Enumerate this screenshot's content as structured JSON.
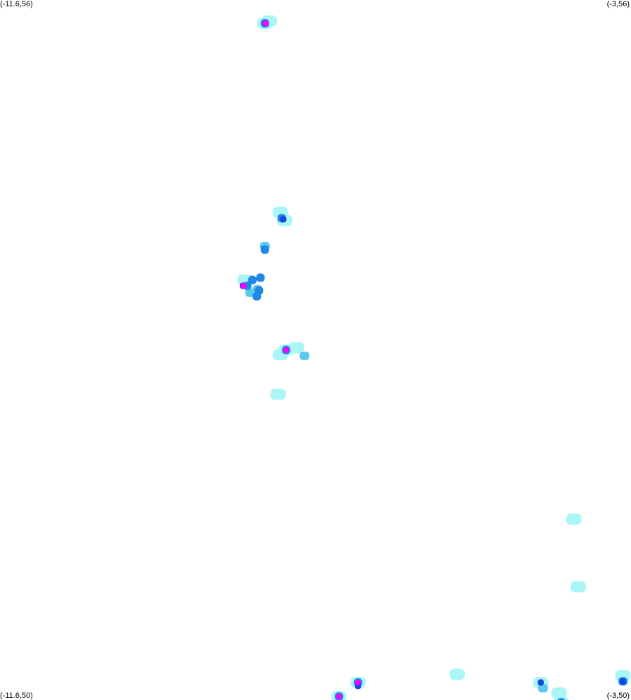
{
  "corner_labels": {
    "top_left": "(-11.6,56)",
    "top_right": "(-3,56)",
    "bottom_left": "(-11.6,50)",
    "bottom_right": "(-3,50)"
  },
  "extent": {
    "lon_min": -11.6,
    "lon_max": -3,
    "lat_min": 50,
    "lat_max": 56
  },
  "colors": {
    "background": "#ffffff",
    "low": "#aaf6f6",
    "light": "#5cc8ec",
    "medium": "#1e88e5",
    "high": "#1644e0",
    "peak": "#ff00ff"
  },
  "chart_data": {
    "type": "heatmap",
    "levels": [
      "low",
      "light",
      "medium",
      "high",
      "peak"
    ],
    "clusters": [
      {
        "lon": -7.99,
        "lat": 55.8,
        "cells": [
          [
            "low",
            0,
            0
          ],
          [
            "low",
            0.06,
            0.02
          ],
          [
            "medium",
            0,
            0
          ],
          [
            "high",
            0.01,
            0
          ],
          [
            "peak",
            0.01,
            0
          ]
        ]
      },
      {
        "lon": -7.76,
        "lat": 54.13,
        "cells": [
          [
            "low",
            -0.02,
            0.05
          ],
          [
            "low",
            0.04,
            -0.02
          ],
          [
            "medium",
            0,
            0
          ],
          [
            "high",
            0.02,
            -0.01
          ]
        ]
      },
      {
        "lon": -7.99,
        "lat": 53.86,
        "cells": [
          [
            "medium",
            0,
            0
          ],
          [
            "light",
            0,
            0.03
          ]
        ]
      },
      {
        "lon": -8.31,
        "lat": 53.55,
        "cells": [
          [
            "low",
            0.05,
            0.05
          ],
          [
            "light",
            0.12,
            -0.06
          ],
          [
            "light",
            0.22,
            -0.03
          ],
          [
            "medium",
            0.08,
            0
          ],
          [
            "medium",
            0.15,
            0.05
          ],
          [
            "medium",
            0.24,
            -0.04
          ],
          [
            "medium",
            0.26,
            0.07
          ],
          [
            "medium",
            0.21,
            -0.09
          ],
          [
            "high",
            0.02,
            0
          ],
          [
            "peak",
            0.03,
            0
          ]
        ]
      },
      {
        "lon": -7.7,
        "lat": 53.0,
        "cells": [
          [
            "low",
            0,
            0
          ],
          [
            "low",
            -0.08,
            -0.04
          ],
          [
            "low",
            0.14,
            0.02
          ],
          [
            "light",
            0.25,
            -0.05
          ],
          [
            "medium",
            0,
            0
          ],
          [
            "peak",
            0,
            0
          ]
        ]
      },
      {
        "lon": -7.81,
        "lat": 52.62,
        "cells": [
          [
            "low",
            0,
            0
          ]
        ]
      },
      {
        "lon": -3.95,
        "lat": 49.98,
        "cells": [
          [
            "low",
            0,
            0
          ],
          [
            "low",
            -0.03,
            0.08
          ],
          [
            "medium",
            0,
            0
          ],
          [
            "high",
            0,
            -0.02
          ]
        ]
      },
      {
        "lon": -6.72,
        "lat": 50.15,
        "cells": [
          [
            "low",
            0,
            0
          ],
          [
            "medium",
            0,
            0
          ],
          [
            "high",
            0,
            -0.03
          ],
          [
            "peak",
            0,
            0
          ]
        ]
      },
      {
        "lon": -6.98,
        "lat": 50.03,
        "cells": [
          [
            "low",
            0,
            0
          ],
          [
            "medium",
            0,
            0
          ],
          [
            "peak",
            0,
            0
          ]
        ]
      },
      {
        "lon": -5.37,
        "lat": 50.22,
        "cells": [
          [
            "low",
            0,
            0
          ]
        ]
      },
      {
        "lon": -4.23,
        "lat": 50.15,
        "cells": [
          [
            "low",
            0,
            0
          ],
          [
            "light",
            0.03,
            -0.05
          ],
          [
            "high",
            0,
            0
          ]
        ]
      },
      {
        "lon": -3.11,
        "lat": 50.16,
        "cells": [
          [
            "low",
            0,
            0.05
          ],
          [
            "light",
            0,
            0
          ],
          [
            "medium",
            0,
            0
          ],
          [
            "high",
            0,
            0
          ]
        ]
      },
      {
        "lon": -3.78,
        "lat": 51.55,
        "cells": [
          [
            "low",
            0,
            0
          ]
        ]
      },
      {
        "lon": -3.72,
        "lat": 50.97,
        "cells": [
          [
            "low",
            0,
            0
          ]
        ]
      }
    ]
  }
}
